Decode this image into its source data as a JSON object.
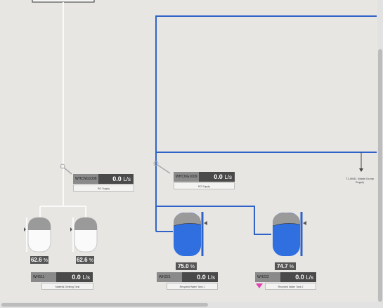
{
  "flow_meters": [
    {
      "tag": "WHCNG1008",
      "value": "0.0",
      "unit": "L/s",
      "caption": "RO Supply"
    },
    {
      "tag": "WHCNG1009",
      "value": "0.0",
      "unit": "L/s",
      "caption": "RO Supply"
    },
    {
      "tag": "WH511",
      "value": "0.0",
      "unit": "L/s",
      "caption": "Material Drinking Tank"
    },
    {
      "tag": "WH221",
      "value": "0.0",
      "unit": "L/s",
      "caption": "Recycled Water Tank 1"
    },
    {
      "tag": "WH222",
      "value": "0.0",
      "unit": "L/s",
      "caption": "Recycled Water Tank 2"
    }
  ],
  "tank_levels": [
    {
      "value": "62.6",
      "unit": "%",
      "fill_fraction": 0.0
    },
    {
      "value": "62.6",
      "unit": "%",
      "fill_fraction": 0.0
    },
    {
      "value": "75.0",
      "unit": "%",
      "fill_fraction": 0.75
    },
    {
      "value": "74.7",
      "unit": "%",
      "fill_fraction": 0.747
    }
  ],
  "notes": {
    "dump_supply": "T1 AWD- Waste Dump Supply"
  },
  "colors": {
    "background": "#e8e6e3",
    "pipe_blue": "#2f63c8",
    "pipe_white": "#fafafa",
    "tank_blue": "#2f6fe0",
    "tank_grey": "#9a9a9a",
    "alarm": "#e040b0"
  }
}
